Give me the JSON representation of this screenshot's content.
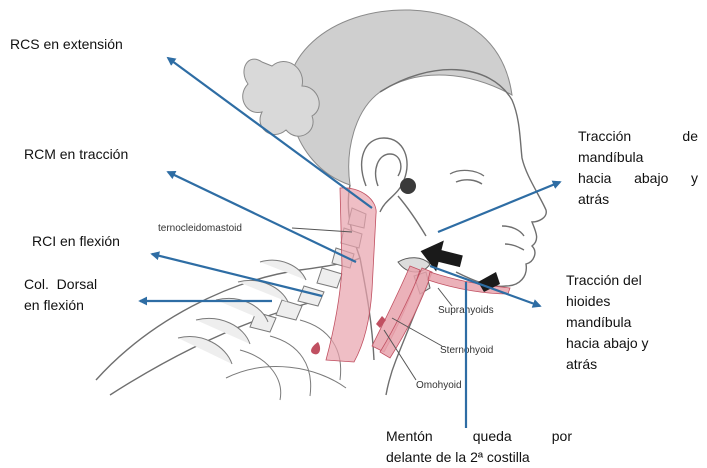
{
  "labels": {
    "rcs": "RCS en extensión",
    "rcm": "RCM en tracción",
    "rci": "RCI en flexión",
    "col_line1": "Col.  Dorsal",
    "col_line2": "en flexión",
    "traccion_mandibula": [
      "Tracción",
      "de",
      "mandíbula",
      "hacia",
      "abajo",
      "y",
      "atrás"
    ],
    "traccion_hioides": [
      "Tracción del",
      "hioides",
      "mandíbula",
      "hacia abajo y",
      "atrás"
    ],
    "menton": [
      "Mentón",
      "queda",
      "por",
      "delante de la 2ª costilla"
    ]
  },
  "anatomy_labels": {
    "scm": "ternocleidomastoid",
    "suprahyoids": "Suprahyoids",
    "sternohyoid": "Sternohyoid",
    "omohyoid": "Omohyoid"
  },
  "colors": {
    "arrow": "#2e6da4",
    "muscle": "#e8a3ad",
    "muscle_dark": "#c05061",
    "sketch": "#6f6f6f",
    "hair": "#c9c9c9",
    "big_arrow": "#1a1a1a"
  }
}
